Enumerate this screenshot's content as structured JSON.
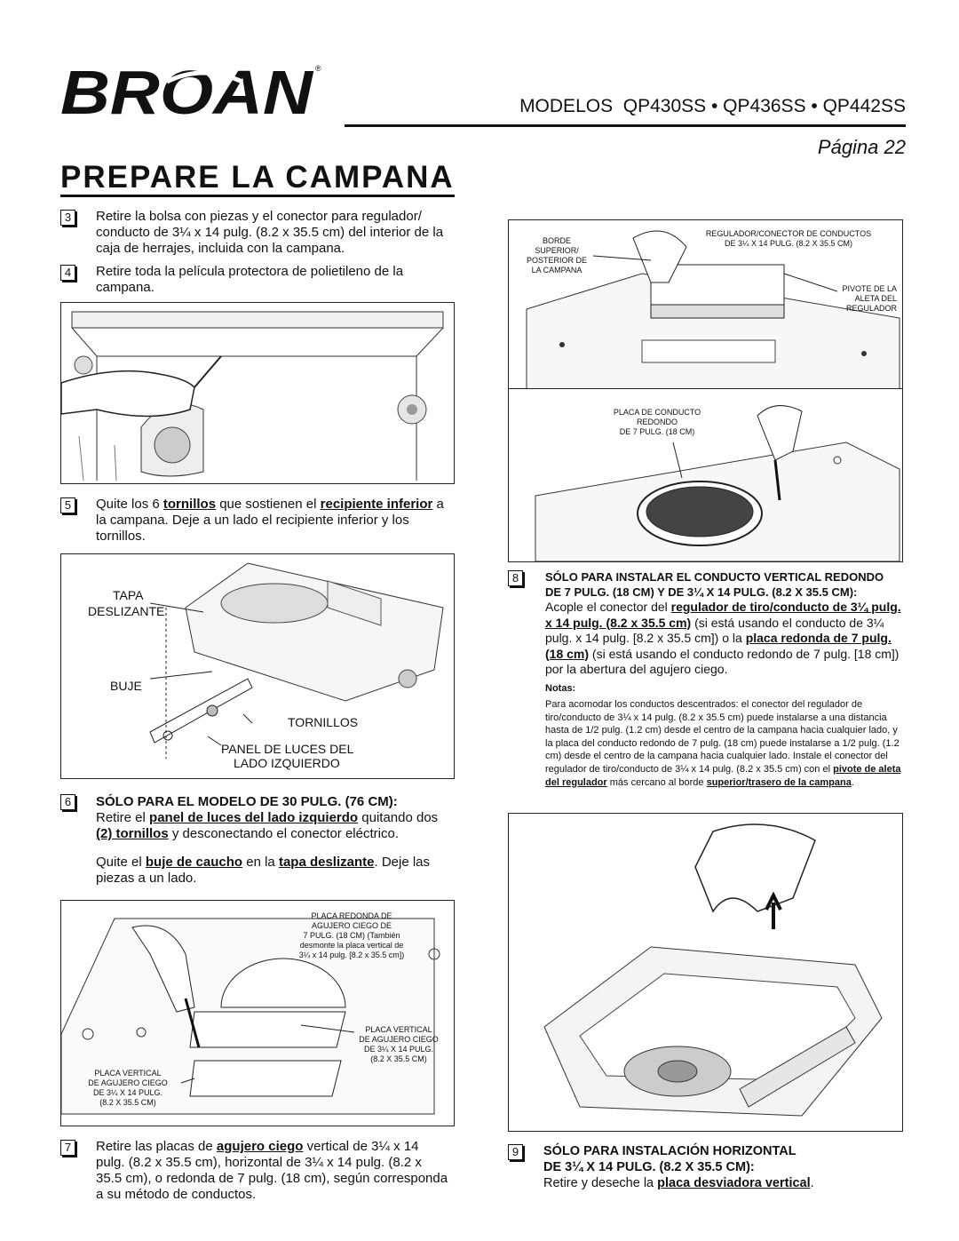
{
  "header": {
    "brand": "BROAN",
    "models_label": "MODELOS",
    "models": "QP430SS • QP436SS • QP442SS",
    "page": "Página 22"
  },
  "title": "PREPARE LA CAMPANA",
  "steps": {
    "s3": {
      "num": "3",
      "text": "Retire la bolsa con piezas y el conector para regulador/ conducto de 3¼ x 14 pulg. (8.2 x 35.5 cm) del interior de la caja de herrajes, incluida con la campana."
    },
    "s4": {
      "num": "4",
      "text": "Retire toda la película protectora de polietileno de la campana."
    },
    "s5": {
      "num": "5",
      "a": "Quite los 6 ",
      "b": "tornillos",
      "c": " que sostienen el ",
      "d": "recipiente inferior",
      "e": " a la campana. Deje a un lado el recipiente inferior y los tornillos."
    },
    "s6": {
      "num": "6",
      "heading": "SÓLO PARA EL MODELO DE 30 PULG. (76 CM):",
      "a": "Retire el ",
      "b": "panel de luces del lado izquierdo",
      "c": " quitando dos ",
      "d": "(2) tornillos",
      "e": " y desconectando el conector eléctrico.",
      "f": "Quite el ",
      "g": "buje de caucho",
      "h": " en la ",
      "i": "tapa deslizante",
      "j": ". Deje las piezas a un lado."
    },
    "s7": {
      "num": "7",
      "a": "Retire las placas de ",
      "b": "agujero ciego",
      "c": " vertical de 3¼ x 14 pulg. (8.2 x 35.5 cm), horizontal de 3¼ x 14 pulg. (8.2 x 35.5 cm), o redonda de 7 pulg. (18 cm), según corresponda a su método de conductos."
    },
    "s8": {
      "num": "8",
      "heading1": "SÓLO PARA INSTALAR EL CONDUCTO VERTICAL REDONDO",
      "heading2": "DE 7 PULG. (18 CM) Y DE 3¼ X 14 PULG. (8.2 X 35.5 CM):",
      "a": "Acople el conector del ",
      "b": "regulador de tiro/conducto de 3¼ pulg. x 14 pulg. (8.2 x 35.5 cm)",
      "c": " (si está usando el conducto de 3¼ pulg. x 14 pulg. [8.2 x 35.5 cm]) o la ",
      "d": "placa redonda de 7 pulg. (18 cm)",
      "e": " (si está usando el conducto redondo de 7 pulg. [18 cm]) por la abertura del agujero ciego.",
      "notes_title": "Notas:",
      "notes_a": "Para acomodar los conductos descentrados: el conector del regulador de tiro/conducto de 3¼ x 14 pulg. (8.2 x 35.5 cm) puede instalarse a una distancia hasta de 1/2 pulg. (1.2 cm) desde el centro de la campana hacia cualquier lado, y la placa del conducto redondo de 7 pulg. (18 cm) puede instalarse a 1/2 pulg. (1.2 cm) desde el centro de la campana hacia cualquier lado. Instale el conector del regulador de tiro/conducto de 3¼ x 14 pulg. (8.2 x 35.5 cm) con el ",
      "notes_b": "pivote de aleta del regulador",
      "notes_c": " más cercano al borde ",
      "notes_d": "superior/trasero de la campana",
      "notes_e": "."
    },
    "s9": {
      "num": "9",
      "heading1": "SÓLO PARA INSTALACIÓN HORIZONTAL",
      "heading2": "DE 3¼ X 14 PULG. (8.2 X 35.5 CM):",
      "a": "Retire y deseche la ",
      "b": "placa desviadora vertical",
      "c": "."
    }
  },
  "figures": {
    "fig5": {
      "tapa": "TAPA",
      "deslizante": "DESLIZANTE",
      "buje": "BUJE",
      "tornillos": "TORNILLOS",
      "panel1": "PANEL DE LUCES DEL",
      "panel2": "LADO IZQUIERDO"
    },
    "fig7": {
      "redonda": [
        "PLACA REDONDA DE",
        "AGUJERO CIEGO DE",
        "7 PULG. (18 CM) (También",
        "desmonte la placa vertical de",
        "3¼ x 14 pulg. [8.2 x 35.5 cm])"
      ],
      "vert_right": [
        "PLACA VERTICAL",
        "DE AGUJERO CIEGO",
        "DE 3¼ X 14 PULG.",
        "(8.2 X 35.5 CM)"
      ],
      "vert_left": [
        "PLACA VERTICAL",
        "DE AGUJERO CIEGO",
        "DE 3¼ X 14 PULG.",
        "(8.2 X 35.5 CM)"
      ]
    },
    "fig8a": {
      "borde": [
        "BORDE",
        "SUPERIOR/",
        "POSTERIOR DE",
        "LA CAMPANA"
      ],
      "regulador": [
        "REGULADOR/CONECTOR DE CONDUCTOS",
        "DE 3¼ X 14 PULG. (8.2 X 35.5 CM)"
      ],
      "pivote": [
        "PIVOTE DE LA",
        "ALETA DEL",
        "REGULADOR"
      ]
    },
    "fig8b": {
      "placa": [
        "PLACA DE CONDUCTO",
        "REDONDO",
        "DE 7 PULG. (18 CM)"
      ]
    }
  }
}
